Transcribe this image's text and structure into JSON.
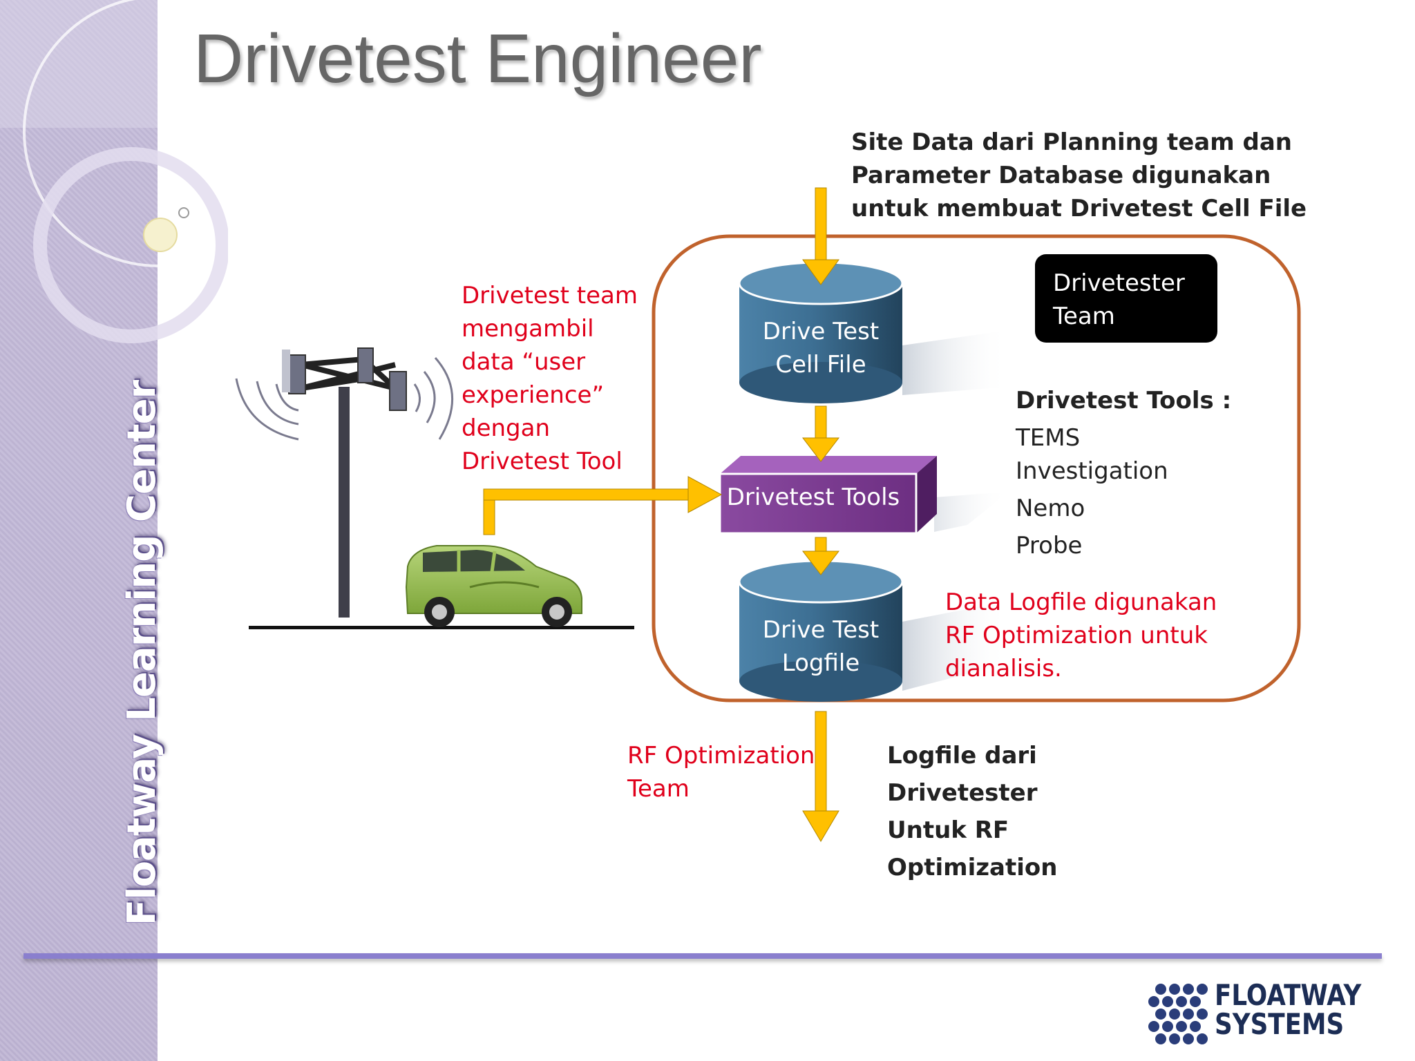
{
  "slide": {
    "title": "Drivetest Engineer",
    "sidebar_brand": "Floatway Learning Center"
  },
  "diagram": {
    "top_note": [
      "Site Data dari Planning team dan",
      "Parameter Database digunakan",
      "untuk membuat Drivetest Cell File"
    ],
    "left_note": [
      "Drivetest team",
      "mengambil",
      "data “user",
      "experience”",
      "dengan",
      "Drivetest Tool"
    ],
    "cell_file": [
      "Drive Test",
      "Cell File"
    ],
    "team_box": [
      "Drivetester",
      "Team"
    ],
    "tools_box": "Drivetest Tools",
    "tools_list_title": "Drivetest Tools :",
    "tools_list": [
      "TEMS",
      "Investigation",
      "Nemo",
      "Probe"
    ],
    "logfile": [
      "Drive Test",
      "Logfile"
    ],
    "logfile_note": [
      "Data Logfile digunakan",
      "RF Optimization untuk",
      "dianalisis."
    ],
    "rf_team": [
      "RF Optimization",
      "Team"
    ],
    "bottom_note": [
      "Logfile dari",
      "Drivetester",
      "Untuk RF",
      "Optimization"
    ]
  },
  "logo": {
    "line1": "FLOATWAY",
    "line2": "SYSTEMS"
  },
  "colors": {
    "arrow": "#ffc000",
    "cylinder": "#3d6f93",
    "tools_box": "#7b3b8f",
    "frame": "#c0622c",
    "red_text": "#e0001b",
    "sidebar": "#bdb3d3"
  }
}
